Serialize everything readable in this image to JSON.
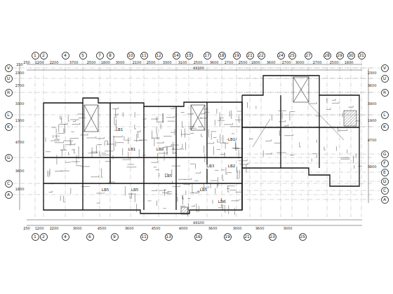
{
  "diagram": {
    "nodes": [
      {
        "text": [
          "1"
        ]
      },
      {
        "text": [
          "2"
        ]
      },
      {
        "text": [
          "4"
        ]
      },
      {
        "text": [
          "5"
        ]
      },
      {
        "text": [
          "7"
        ]
      },
      {
        "text": [
          "8"
        ]
      },
      {
        "text": [
          "10"
        ]
      },
      {
        "text": [
          "11"
        ]
      },
      {
        "text": [
          "12"
        ]
      },
      {
        "text": [
          "14"
        ]
      },
      {
        "text": [
          "15"
        ]
      },
      {
        "text": [
          "17"
        ]
      },
      {
        "text": [
          "18"
        ]
      },
      {
        "text": [
          "19"
        ]
      },
      {
        "text": [
          "21"
        ]
      },
      {
        "text": [
          "22"
        ]
      },
      {
        "text": [
          "24"
        ]
      },
      {
        "text": [
          "25"
        ]
      },
      {
        "text": [
          "27"
        ]
      },
      {
        "text": [
          "28"
        ]
      },
      {
        "text": [
          "29"
        ]
      },
      {
        "text": [
          "30"
        ]
      },
      {
        "text": [
          "31"
        ]
      },
      {
        "text": [
          "1"
        ]
      },
      {
        "text": [
          "2"
        ]
      },
      {
        "text": [
          "4"
        ]
      },
      {
        "text": [
          "6"
        ]
      },
      {
        "text": [
          "9"
        ]
      },
      {
        "text": [
          "11"
        ]
      },
      {
        "text": [
          "13"
        ]
      },
      {
        "text": [
          "16"
        ]
      },
      {
        "text": [
          "19"
        ]
      },
      {
        "text": [
          "21"
        ]
      },
      {
        "text": [
          "23"
        ]
      },
      {
        "text": [
          "25"
        ]
      },
      {
        "text": [
          "V"
        ]
      },
      {
        "text": [
          "U"
        ]
      },
      {
        "text": [
          "R"
        ]
      },
      {
        "text": [
          "L"
        ]
      },
      {
        "text": [
          "K"
        ]
      },
      {
        "text": [
          "G"
        ]
      },
      {
        "text": [
          "C"
        ]
      },
      {
        "text": [
          "A"
        ]
      },
      {
        "text": [
          "V"
        ]
      },
      {
        "text": [
          "U"
        ]
      },
      {
        "text": [
          "R"
        ]
      },
      {
        "text": [
          "L"
        ]
      },
      {
        "text": [
          "K"
        ]
      },
      {
        "text": [
          "G"
        ]
      },
      {
        "text": [
          "F"
        ]
      },
      {
        "text": [
          "E"
        ]
      },
      {
        "text": [
          "D"
        ]
      },
      {
        "text": [
          "C"
        ]
      },
      {
        "text": [
          "A"
        ]
      }
    ],
    "labels": [
      "250",
      "1200",
      "2200",
      "3700",
      "2500",
      "1800",
      "3000",
      "2100",
      "2500",
      "3300",
      "3100",
      "2500",
      "3600",
      "2700",
      "2500",
      "1800",
      "3600",
      "2700",
      "3000",
      "2700",
      "2500",
      "1800",
      "49100",
      "250",
      "1200",
      "2200",
      "3000",
      "4500",
      "3600",
      "4500",
      "4000",
      "3600",
      "3000",
      "3600",
      "3000",
      "49100",
      "250",
      "2300",
      "2700",
      "3300",
      "1300",
      "4700",
      "3600",
      "1800",
      "2300",
      "3600",
      "3900",
      "1900",
      "4700",
      "3800",
      "LB1",
      "LB1",
      "LB8",
      "LB5",
      "LB5",
      "LB5",
      "LB3",
      "LB2",
      "LB1",
      "LB5",
      "LB6"
    ]
  }
}
